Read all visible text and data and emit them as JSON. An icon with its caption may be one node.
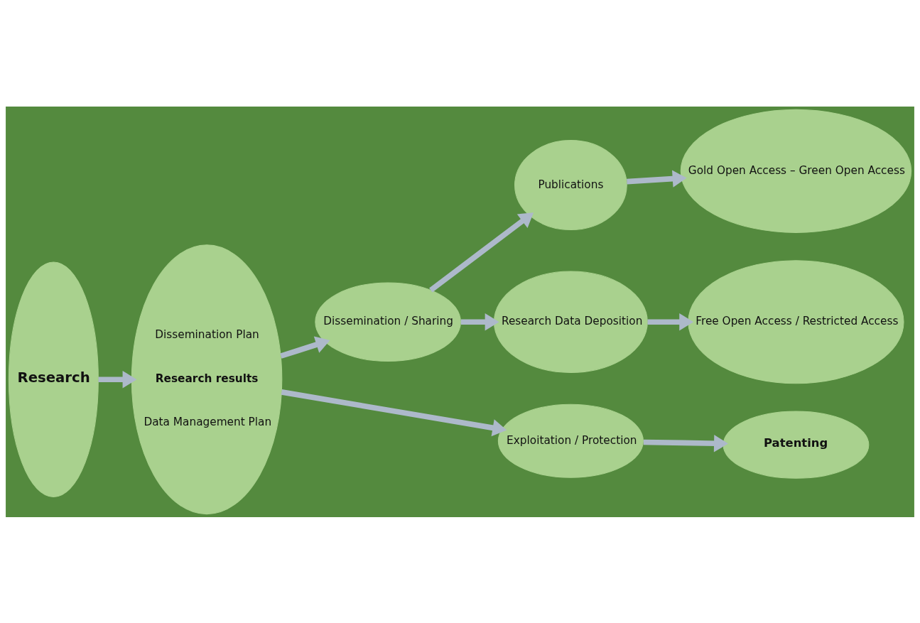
{
  "diagram": {
    "nodes": [
      {
        "text": [
          "Research"
        ]
      },
      {
        "text": [
          "Dissemination Plan",
          "Research results",
          "Data Management Plan"
        ]
      },
      {
        "text": [
          "Dissemination / Sharing"
        ]
      },
      {
        "text": [
          "Publications"
        ]
      },
      {
        "text": [
          "Gold Open Access – Green Open Access"
        ]
      },
      {
        "text": [
          "Research Data Deposition"
        ]
      },
      {
        "text": [
          "Free Open Access / Restricted Access"
        ]
      },
      {
        "text": [
          "Exploitation / Protection"
        ]
      },
      {
        "text": [
          "Patenting"
        ]
      }
    ],
    "edges": [
      {
        "from": 0,
        "to": 1,
        "arrow": "to"
      },
      {
        "from": 1,
        "to": 2,
        "arrow": "to"
      },
      {
        "from": 1,
        "to": 7,
        "arrow": "to"
      },
      {
        "from": 2,
        "to": 3,
        "arrow": "to"
      },
      {
        "from": 3,
        "to": 4,
        "arrow": "to"
      },
      {
        "from": 2,
        "to": 5,
        "arrow": "to"
      },
      {
        "from": 5,
        "to": 6,
        "arrow": "to"
      },
      {
        "from": 7,
        "to": 8,
        "arrow": "to"
      }
    ]
  }
}
